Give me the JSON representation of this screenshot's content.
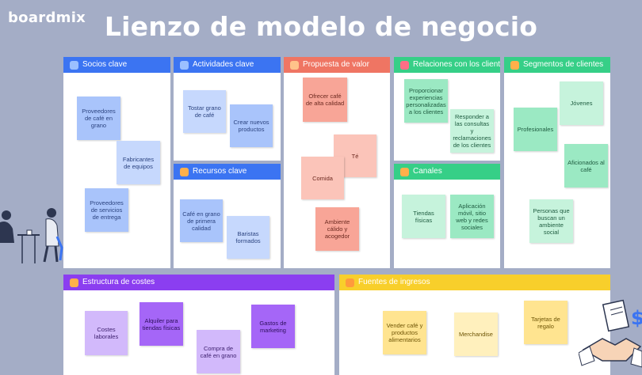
{
  "logo": "boardmix",
  "title": "Lienzo de modelo de negocio",
  "colors": {
    "blue": "#3b74f2",
    "red": "#ef7563",
    "green": "#36cf87",
    "purple": "#8b3ef0",
    "yellow": "#f8cf2b",
    "background": "#a4adc6"
  },
  "panels": {
    "socios": {
      "label": "Socios clave",
      "icon": "handshake-icon",
      "notes": [
        "Proveedores de café en grano",
        "Fabricantes de equipos",
        "Proveedores de servicios de entrega"
      ]
    },
    "actividades": {
      "label": "Actividades clave",
      "icon": "chat-icon",
      "notes": [
        "Tostar grano de café",
        "Crear nuevos productos"
      ]
    },
    "recursos": {
      "label": "Recursos clave",
      "icon": "tools-icon",
      "notes": [
        "Café en grano de primera calidad",
        "Baristas formados"
      ]
    },
    "propuesta": {
      "label": "Propuesta de valor",
      "icon": "gift-icon",
      "notes": [
        "Ofrecer café de alta calidad",
        "Té",
        "Comida",
        "Ambiente cálido y acogedor"
      ]
    },
    "relaciones": {
      "label": "Relaciones con los clientes",
      "icon": "heart-icon",
      "notes": [
        "Proporcionar experiencias personalizadas a los clientes",
        "Responder a las consultas y reclamaciones de los clientes"
      ]
    },
    "canales": {
      "label": "Canales",
      "icon": "pencil-icon",
      "notes": [
        "Tiendas físicas",
        "Aplicación móvil, sitio web y redes sociales"
      ]
    },
    "segmentos": {
      "label": "Segmentos de clientes",
      "icon": "people-icon",
      "notes": [
        "Jóvenes",
        "Profesionales",
        "Aficionados al café",
        "Personas que buscan un ambiente social"
      ]
    },
    "costes": {
      "label": "Estructura de costes",
      "icon": "money-bag-icon",
      "notes": [
        "Costes laborales",
        "Alquiler para tiendas físicas",
        "Compra de café en grano",
        "Gastos de marketing"
      ]
    },
    "ingresos": {
      "label": "Fuentes de ingresos",
      "icon": "coins-icon",
      "notes": [
        "Vender café y productos alimentarios",
        "Merchandise",
        "Tarjetas de regalo"
      ]
    }
  }
}
